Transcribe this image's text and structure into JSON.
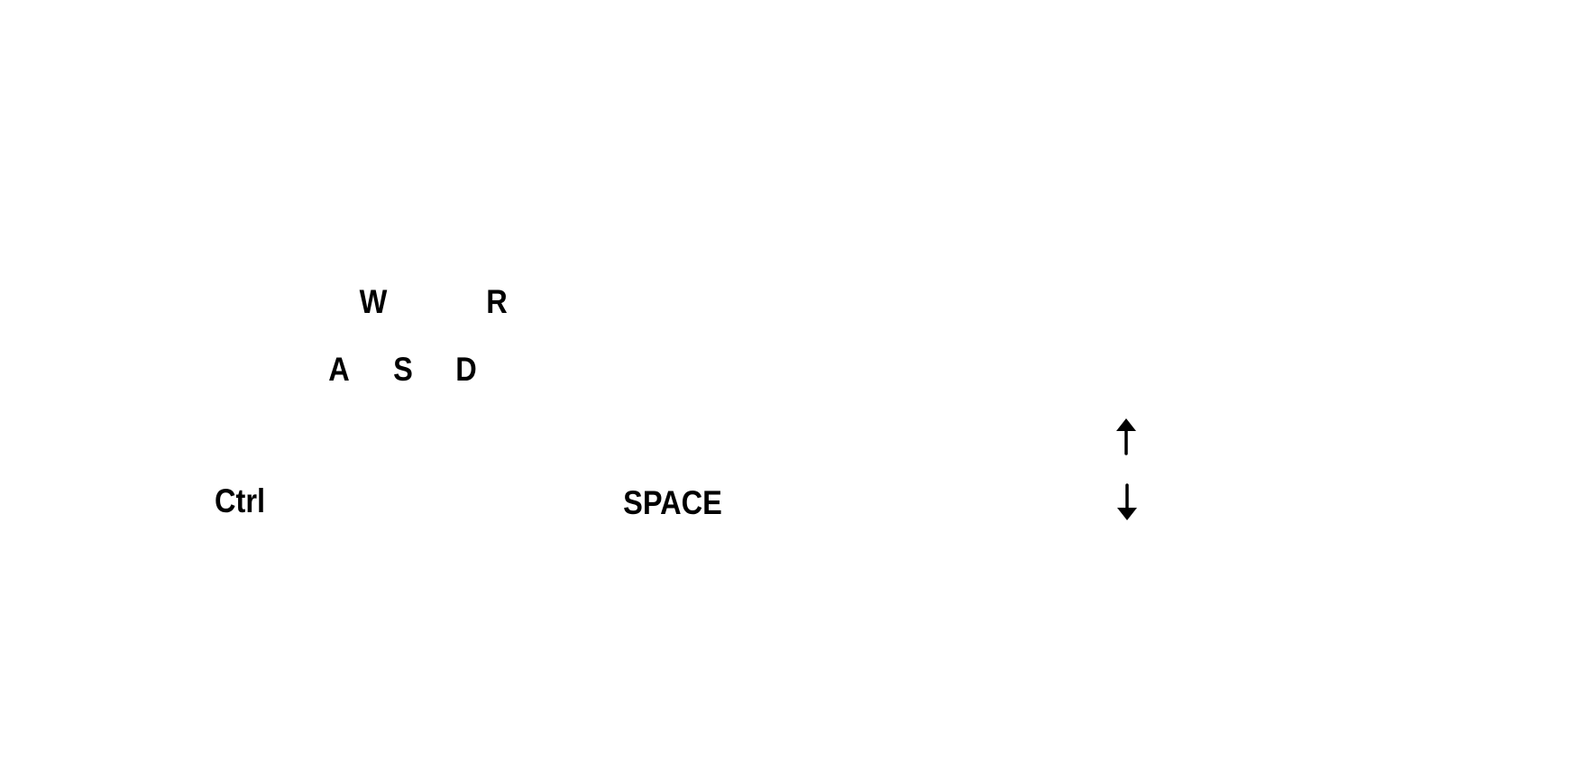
{
  "keys": {
    "w": "W",
    "r": "R",
    "a": "A",
    "s": "S",
    "d": "D",
    "ctrl": "Ctrl",
    "space": "SPACE"
  },
  "icons": {
    "up": "arrow-up-icon",
    "down": "arrow-down-icon"
  },
  "colors": {
    "text": "#000000",
    "background": "#ffffff"
  }
}
